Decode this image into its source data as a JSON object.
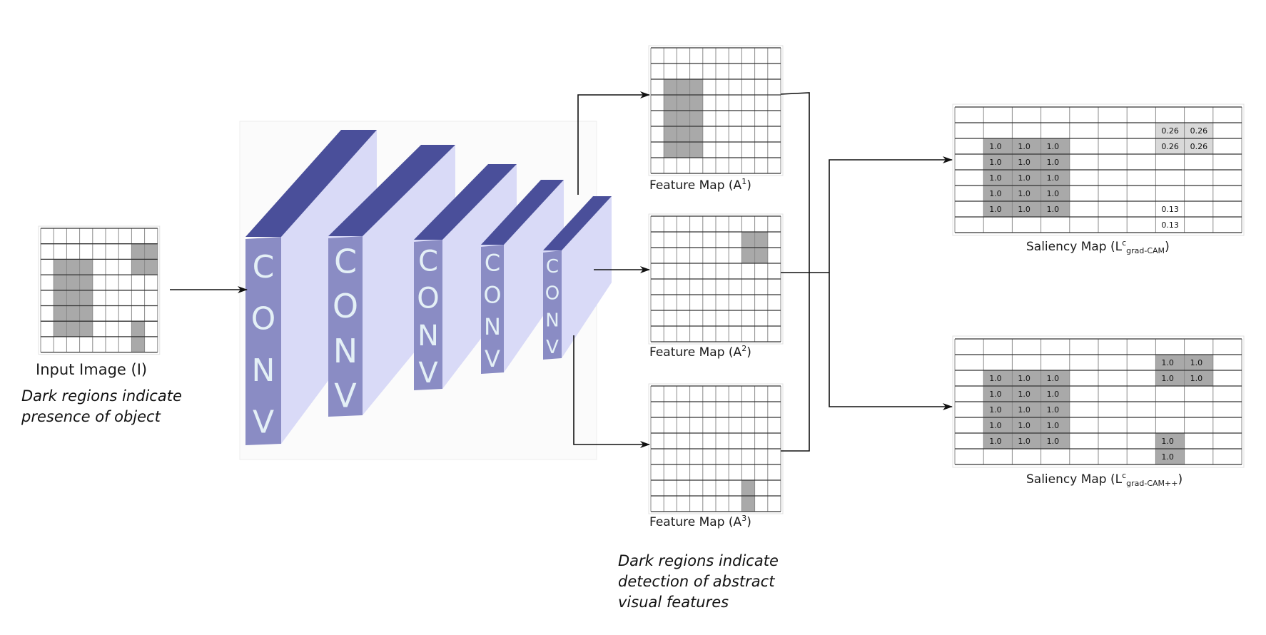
{
  "input_image": {
    "caption": "Input Image (I)",
    "note_lines": [
      "Dark regions indicate",
      "presence of object"
    ],
    "shaded_cells": [
      [
        2,
        1
      ],
      [
        2,
        2
      ],
      [
        2,
        3
      ],
      [
        3,
        1
      ],
      [
        3,
        2
      ],
      [
        3,
        3
      ],
      [
        4,
        1
      ],
      [
        4,
        2
      ],
      [
        4,
        3
      ],
      [
        5,
        1
      ],
      [
        5,
        2
      ],
      [
        5,
        3
      ],
      [
        6,
        1
      ],
      [
        6,
        2
      ],
      [
        6,
        3
      ],
      [
        1,
        7
      ],
      [
        1,
        8
      ],
      [
        2,
        7
      ],
      [
        2,
        8
      ],
      [
        6,
        7
      ],
      [
        7,
        7
      ]
    ]
  },
  "conv_layers": [
    {
      "label": "CONV"
    },
    {
      "label": "CONV"
    },
    {
      "label": "CONV"
    },
    {
      "label": "CONV"
    },
    {
      "label": "CONV"
    }
  ],
  "feature_maps": [
    {
      "caption": "Feature Map (A",
      "sup": "1",
      "close": ")",
      "shaded_cells": [
        [
          2,
          1
        ],
        [
          2,
          2
        ],
        [
          2,
          3
        ],
        [
          3,
          1
        ],
        [
          3,
          2
        ],
        [
          3,
          3
        ],
        [
          4,
          1
        ],
        [
          4,
          2
        ],
        [
          4,
          3
        ],
        [
          5,
          1
        ],
        [
          5,
          2
        ],
        [
          5,
          3
        ],
        [
          6,
          1
        ],
        [
          6,
          2
        ],
        [
          6,
          3
        ]
      ]
    },
    {
      "caption": "Feature Map (A",
      "sup": "2",
      "close": ")",
      "shaded_cells": [
        [
          1,
          7
        ],
        [
          1,
          8
        ],
        [
          2,
          7
        ],
        [
          2,
          8
        ]
      ]
    },
    {
      "caption": "Feature Map (A",
      "sup": "3",
      "close": ")",
      "shaded_cells": [
        [
          6,
          7
        ],
        [
          7,
          7
        ]
      ]
    }
  ],
  "feature_note_lines": [
    "Dark regions indicate",
    "detection of abstract",
    "visual features"
  ],
  "saliency_maps": [
    {
      "caption_prefix": "Saliency Map (L",
      "sup": "c",
      "sub": "grad-CAM",
      "close": ")",
      "cells": [
        {
          "r": 1,
          "c": 7,
          "v": "0.26",
          "shade": "light"
        },
        {
          "r": 1,
          "c": 8,
          "v": "0.26",
          "shade": "light"
        },
        {
          "r": 2,
          "c": 7,
          "v": "0.26",
          "shade": "light"
        },
        {
          "r": 2,
          "c": 8,
          "v": "0.26",
          "shade": "light"
        },
        {
          "r": 2,
          "c": 1,
          "v": "1.0",
          "shade": "dark"
        },
        {
          "r": 2,
          "c": 2,
          "v": "1.0",
          "shade": "dark"
        },
        {
          "r": 2,
          "c": 3,
          "v": "1.0",
          "shade": "dark"
        },
        {
          "r": 3,
          "c": 1,
          "v": "1.0",
          "shade": "dark"
        },
        {
          "r": 3,
          "c": 2,
          "v": "1.0",
          "shade": "dark"
        },
        {
          "r": 3,
          "c": 3,
          "v": "1.0",
          "shade": "dark"
        },
        {
          "r": 4,
          "c": 1,
          "v": "1.0",
          "shade": "dark"
        },
        {
          "r": 4,
          "c": 2,
          "v": "1.0",
          "shade": "dark"
        },
        {
          "r": 4,
          "c": 3,
          "v": "1.0",
          "shade": "dark"
        },
        {
          "r": 5,
          "c": 1,
          "v": "1.0",
          "shade": "dark"
        },
        {
          "r": 5,
          "c": 2,
          "v": "1.0",
          "shade": "dark"
        },
        {
          "r": 5,
          "c": 3,
          "v": "1.0",
          "shade": "dark"
        },
        {
          "r": 6,
          "c": 1,
          "v": "1.0",
          "shade": "dark"
        },
        {
          "r": 6,
          "c": 2,
          "v": "1.0",
          "shade": "dark"
        },
        {
          "r": 6,
          "c": 3,
          "v": "1.0",
          "shade": "dark"
        },
        {
          "r": 6,
          "c": 7,
          "v": "0.13",
          "shade": "none"
        },
        {
          "r": 7,
          "c": 7,
          "v": "0.13",
          "shade": "none"
        }
      ]
    },
    {
      "caption_prefix": "Saliency Map (L",
      "sup": "c",
      "sub": "grad-CAM++",
      "close": ")",
      "cells": [
        {
          "r": 1,
          "c": 7,
          "v": "1.0",
          "shade": "dark"
        },
        {
          "r": 1,
          "c": 8,
          "v": "1.0",
          "shade": "dark"
        },
        {
          "r": 2,
          "c": 7,
          "v": "1.0",
          "shade": "dark"
        },
        {
          "r": 2,
          "c": 8,
          "v": "1.0",
          "shade": "dark"
        },
        {
          "r": 2,
          "c": 1,
          "v": "1.0",
          "shade": "dark"
        },
        {
          "r": 2,
          "c": 2,
          "v": "1.0",
          "shade": "dark"
        },
        {
          "r": 2,
          "c": 3,
          "v": "1.0",
          "shade": "dark"
        },
        {
          "r": 3,
          "c": 1,
          "v": "1.0",
          "shade": "dark"
        },
        {
          "r": 3,
          "c": 2,
          "v": "1.0",
          "shade": "dark"
        },
        {
          "r": 3,
          "c": 3,
          "v": "1.0",
          "shade": "dark"
        },
        {
          "r": 4,
          "c": 1,
          "v": "1.0",
          "shade": "dark"
        },
        {
          "r": 4,
          "c": 2,
          "v": "1.0",
          "shade": "dark"
        },
        {
          "r": 4,
          "c": 3,
          "v": "1.0",
          "shade": "dark"
        },
        {
          "r": 5,
          "c": 1,
          "v": "1.0",
          "shade": "dark"
        },
        {
          "r": 5,
          "c": 2,
          "v": "1.0",
          "shade": "dark"
        },
        {
          "r": 5,
          "c": 3,
          "v": "1.0",
          "shade": "dark"
        },
        {
          "r": 6,
          "c": 1,
          "v": "1.0",
          "shade": "dark"
        },
        {
          "r": 6,
          "c": 2,
          "v": "1.0",
          "shade": "dark"
        },
        {
          "r": 6,
          "c": 3,
          "v": "1.0",
          "shade": "dark"
        },
        {
          "r": 6,
          "c": 7,
          "v": "1.0",
          "shade": "dark"
        },
        {
          "r": 7,
          "c": 7,
          "v": "1.0",
          "shade": "dark"
        }
      ]
    }
  ],
  "colors": {
    "conv_top": "#4a4f9a",
    "conv_front": "#8a8cc4",
    "conv_side": "#d9daf7",
    "conv_letter": "#e4f0f6",
    "cell_dark": "#a9a9a9",
    "cell_light": "#d9d9d9",
    "grid_line": "#333333",
    "arrow": "#111111"
  }
}
